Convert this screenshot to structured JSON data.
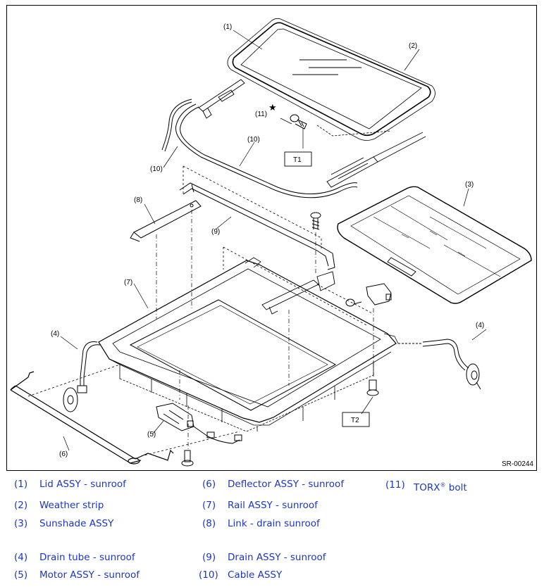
{
  "figure": {
    "id": "SR-00244",
    "callouts": [
      "(1)",
      "(2)",
      "(3)",
      "(4)",
      "(5)",
      "(6)",
      "(7)",
      "(8)",
      "(9)",
      "(10)",
      "(11)"
    ],
    "star": "★",
    "tightening_torque_labels": [
      "T1",
      "T2"
    ]
  },
  "legend": [
    {
      "num": "(1)",
      "text": "Lid ASSY - sunroof"
    },
    {
      "num": "(2)",
      "text": "Weather strip"
    },
    {
      "num": "(3)",
      "text": "Sunshade ASSY"
    },
    {
      "num": "(4)",
      "text": "Drain tube - sunroof"
    },
    {
      "num": "(5)",
      "text": "Motor ASSY - sunroof"
    },
    {
      "num": "(6)",
      "text": "Deflector ASSY - sunroof"
    },
    {
      "num": "(7)",
      "text": "Rail ASSY - sunroof"
    },
    {
      "num": "(8)",
      "text": "Link - drain sunroof"
    },
    {
      "num": "(9)",
      "text": "Drain ASSY - sunroof"
    },
    {
      "num": "(10)",
      "text": "Cable ASSY"
    },
    {
      "num": "(11)",
      "text": "TORX",
      "sup": "®",
      "text_after": " bolt"
    }
  ],
  "colors": {
    "legend_text": "#1a36c8",
    "line": "#000000"
  }
}
